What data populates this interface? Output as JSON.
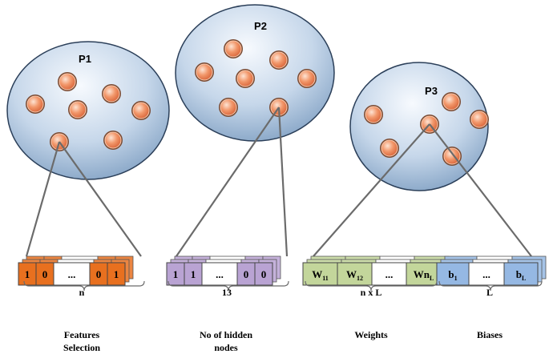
{
  "populations": [
    {
      "label": "P1"
    },
    {
      "label": "P2"
    },
    {
      "label": "P3"
    }
  ],
  "features": {
    "cells": [
      "1",
      "0",
      "...",
      "0",
      "1"
    ],
    "span_label": "n",
    "caption_line1": "Features",
    "caption_line2": "Selection",
    "color": "#e8701f"
  },
  "hidden_nodes": {
    "cells": [
      "1",
      "1",
      "...",
      "0",
      "0"
    ],
    "span_label": "13",
    "caption_line1": "No of hidden",
    "caption_line2": "nodes",
    "color": "#b9a3d3"
  },
  "weights": {
    "cells": [
      {
        "base": "W",
        "sub": "11"
      },
      {
        "base": "W",
        "sub": "12"
      },
      {
        "base": "...",
        "sub": ""
      },
      {
        "base": "Wn",
        "sub": "L"
      }
    ],
    "span_label": "n x L",
    "caption": "Weights",
    "color": "#c3d69b"
  },
  "biases": {
    "cells": [
      {
        "base": "b",
        "sub": "1"
      },
      {
        "base": "...",
        "sub": ""
      },
      {
        "base": "b",
        "sub": "L"
      }
    ],
    "span_label": "L",
    "caption": "Biases",
    "color": "#95b8e3"
  },
  "colors": {
    "sphere_light": "#f4f8fd",
    "sphere_dark": "#7d9fc4",
    "particle": "#ef8a5e",
    "particle_ring": "#7a4a32",
    "line": "#6b6b6b"
  }
}
